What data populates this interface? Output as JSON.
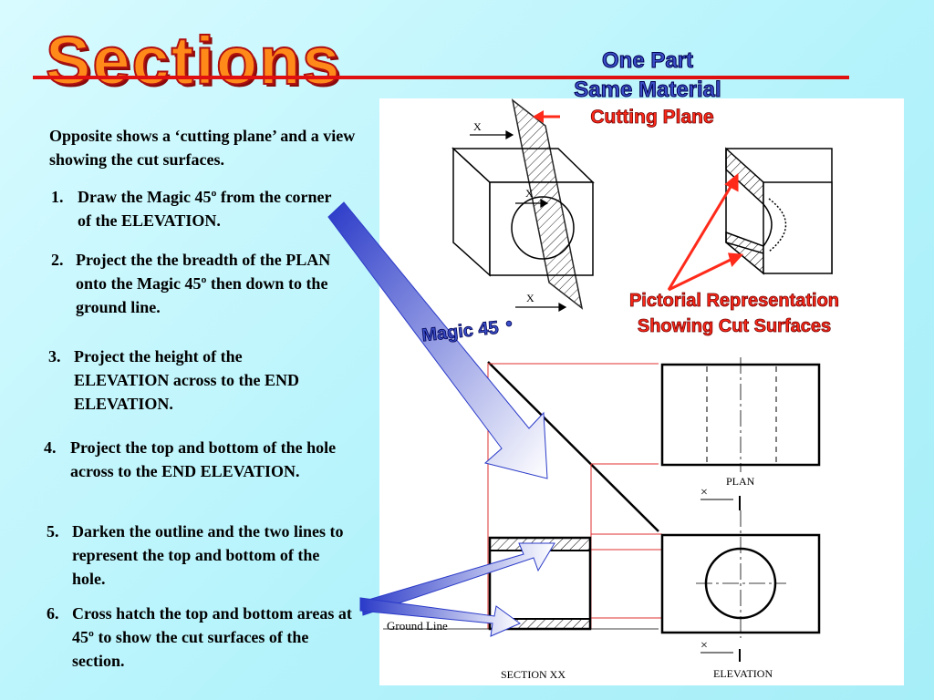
{
  "title": "Sections",
  "subtitle": {
    "line1": "One Part",
    "line2": "Same Material"
  },
  "intro": "Opposite shows a ‘cutting plane’ and a view showing the cut surfaces.",
  "steps": [
    {
      "num": "1.",
      "text": "Draw the Magic 45º from the corner of the ELEVATION."
    },
    {
      "num": "2.",
      "text": "Project the the breadth of the PLAN onto the Magic 45º then down to the ground line."
    },
    {
      "num": "3.",
      "text": "Project the height of the ELEVATION across to the END ELEVATION."
    },
    {
      "num": "4.",
      "text": "Project the top and bottom of the hole across to the END ELEVATION."
    },
    {
      "num": "5.",
      "text": "Darken the outline and the two lines to represent the top and bottom of the hole."
    },
    {
      "num": "6.",
      "text": "Cross hatch the top and bottom areas at 45º  to show the cut surfaces of the section."
    }
  ],
  "labels": {
    "cutting_plane": "Cutting Plane",
    "pictorial_line1": "Pictorial Representation",
    "pictorial_line2": "Showing Cut Surfaces",
    "magic45": "Magic 45",
    "magic45_degree": "•",
    "plan": "PLAN",
    "elevation": "ELEVATION",
    "section_xx": "SECTION  XX",
    "ground_line": "Ground Line",
    "x_marker": "X",
    "cross_marker": "×"
  },
  "colors": {
    "title_fill": "#ff8a1a",
    "title_outline": "#b01010",
    "rule_red": "#e01010",
    "subtitle_blue": "#3a4ec8",
    "label_red": "#ff2a1a",
    "projection_red": "#e03030",
    "arrow_blue": "#3a4ec8"
  }
}
